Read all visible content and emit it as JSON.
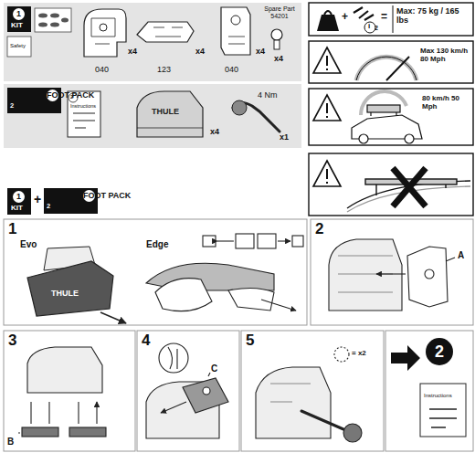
{
  "diagram": {
    "nodes": [
      {
        "text": [
          "Safety",
          "040",
          "x4",
          "123",
          "x4",
          "040",
          "x4",
          "Spare Part 54201",
          "x4"
        ]
      },
      {
        "text": [
          "1",
          "KIT"
        ],
        "in": 0
      },
      {
        "text": [
          "2",
          "Instructions",
          "THULE",
          "x4",
          "4 Nm",
          "x1"
        ]
      },
      {
        "text": [
          "FOOT PACK",
          "2"
        ],
        "in": 2
      },
      {
        "text": [
          "+",
          "i",
          "2",
          "=",
          "Max: 75 kg / 165 lbs"
        ]
      },
      {
        "text": [
          "Max 130 km/h 80 Mph"
        ]
      },
      {
        "text": [
          "80 km/h 50 Mph"
        ]
      },
      {
        "text": [
          "1",
          "KIT"
        ]
      },
      {
        "text": [
          "FOOT PACK",
          "2"
        ]
      },
      {
        "text": [
          "1",
          "Evo",
          "Edge",
          "THULE"
        ]
      },
      {
        "text": [
          "2",
          "A"
        ]
      },
      {
        "text": [
          "3",
          "B"
        ]
      },
      {
        "text": [
          "4",
          "C"
        ]
      },
      {
        "text": [
          "5",
          "= x2"
        ]
      },
      {
        "text": [
          "2",
          "Instructions"
        ]
      }
    ],
    "labels": [
      "+"
    ]
  }
}
